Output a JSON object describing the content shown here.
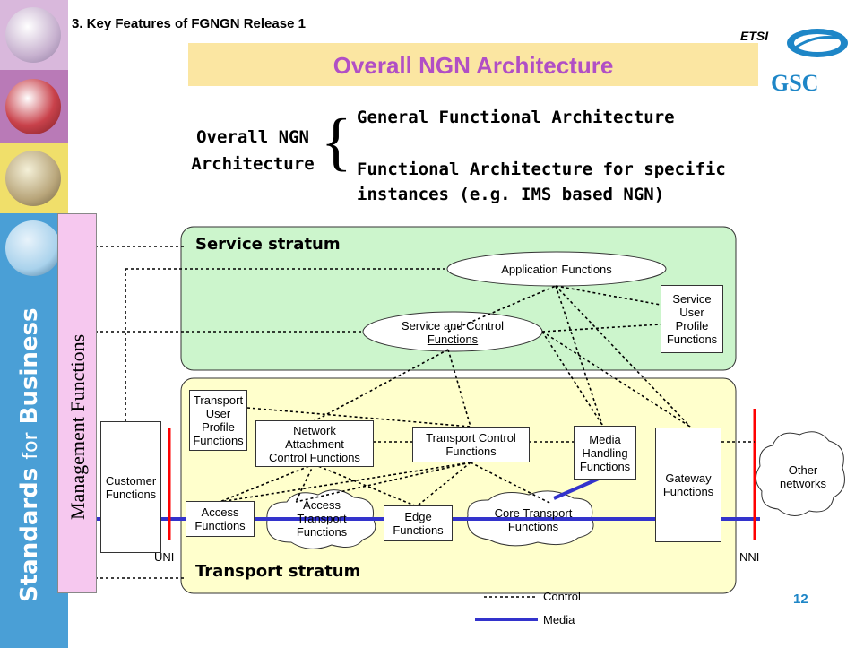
{
  "header": "3. Key Features of FGNGN Release 1",
  "title": "Overall NGN Architecture",
  "logo": {
    "etsi": "ETSI",
    "gsc": "GSC"
  },
  "sidebar": {
    "tagline_bold1": "Standards",
    "tagline_light": "for",
    "tagline_bold2": "Business"
  },
  "overview": {
    "label_line1": "Overall NGN",
    "label_line2": "Architecture",
    "item1": "General Functional Architecture",
    "item2_line1": "Functional Architecture for specific",
    "item2_line2": "instances (e.g. IMS based NGN)"
  },
  "management": "Management Functions",
  "service_stratum": {
    "title": "Service stratum",
    "application": "Application Functions",
    "service_control_l1": "Service and Control",
    "service_control_l2": "Functions",
    "supf_l1": "Service",
    "supf_l2": "User",
    "supf_l3": "Profile",
    "supf_l4": "Functions"
  },
  "transport_stratum": {
    "title": "Transport stratum",
    "tupf_l1": "Transport",
    "tupf_l2": "User",
    "tupf_l3": "Profile",
    "tupf_l4": "Functions",
    "nacf_l1": "Network",
    "nacf_l2": "Attachment",
    "nacf_l3": "Control Functions",
    "tcf_l1": "Transport Control",
    "tcf_l2": "Functions",
    "mhf_l1": "Media",
    "mhf_l2": "Handling",
    "mhf_l3": "Functions",
    "gw_l1": "Gateway",
    "gw_l2": "Functions",
    "access_l1": "Access",
    "access_l2": "Functions",
    "atf_l1": "Access",
    "atf_l2": "Transport",
    "atf_l3": "Functions",
    "edge_l1": "Edge",
    "edge_l2": "Functions",
    "core_l1": "Core Transport",
    "core_l2": "Functions"
  },
  "customer_l1": "Customer",
  "customer_l2": "Functions",
  "other_l1": "Other",
  "other_l2": "networks",
  "uni": "UNI",
  "nni": "NNI",
  "legend": {
    "control": "Control",
    "media": "Media"
  },
  "page_number": "12",
  "colors": {
    "sidebar": "#4a9fd6",
    "service_fill": "#ccf5cc",
    "transport_fill": "#ffffcc",
    "media": "#3333cc",
    "interface": "#ff0000",
    "title": "#b14fc5"
  }
}
